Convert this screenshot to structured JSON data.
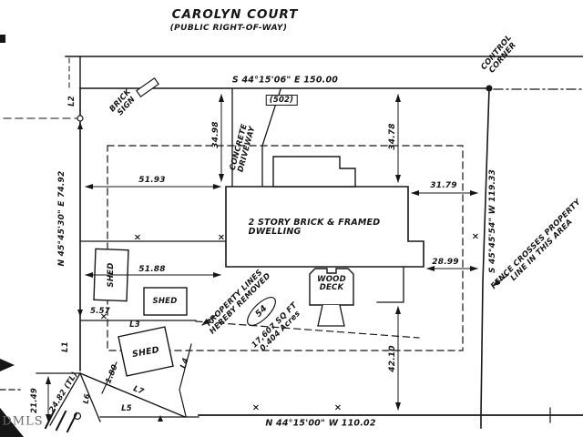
{
  "header": {
    "street": "CAROLYN COURT",
    "row": "(PUBLIC RIGHT-OF-WAY)"
  },
  "watermark": "DMLS",
  "bearings": {
    "top": "S 44°15'06\" E 150.00",
    "right": "S 45°45'54\" W 119.33",
    "left": "N 45°45'30\" E 74.92",
    "bottom": "N 44°15'00\" W 110.02"
  },
  "parcel": {
    "house_number": "(502)",
    "lot_number": "54",
    "area_sqft": "17,607 SQ FT",
    "area_acres": "0.404 Acres",
    "dwelling_l1": "2 STORY BRICK & FRAMED",
    "dwelling_l2": "DWELLING"
  },
  "notes": {
    "control_l1": "CONTROL",
    "control_l2": "CORNER",
    "brick_l1": "BRICK",
    "brick_l2": "SIGN",
    "drive_l1": "CONCRETE",
    "drive_l2": "DRIVEWAY",
    "fence_l1": "FENCE CROSSES PROPERTY",
    "fence_l2": "LINE IN THIS AREA",
    "removed_l1": "PROPERTY LINES",
    "removed_l2": "HEREBY REMOVED",
    "deck_l1": "WOOD",
    "deck_l2": "DECK",
    "shed": "SHED"
  },
  "dims": {
    "d5193": "51.93",
    "d3179": "31.79",
    "d3498": "34.98",
    "d3478": "34.78",
    "d5188": "51.88",
    "d2899": "28.99",
    "d557": "5.57",
    "d180": "1.80",
    "d2149": "21.49",
    "d2482": "24.82 (TL)",
    "d4210": "42.10"
  },
  "lines": {
    "l1": "L1",
    "l2": "L2",
    "l3": "L3",
    "l4": "L4",
    "l5": "L5",
    "l6": "L6",
    "l7": "L7"
  },
  "symbols": {
    "x": "×"
  },
  "colors": {
    "ink": "#161616",
    "paper": "#ffffff"
  }
}
